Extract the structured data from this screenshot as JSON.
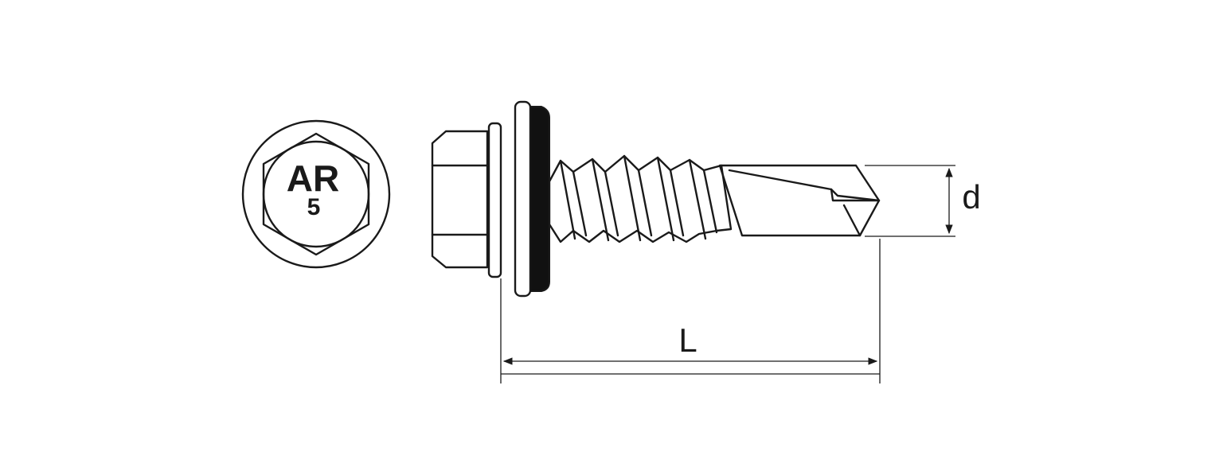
{
  "head_marking": {
    "brand": "AR",
    "size": "5"
  },
  "dimensions": {
    "diameter_label": "d",
    "length_label": "L"
  },
  "colors": {
    "line": "#1a1a1a",
    "washer_seal": "#111111",
    "background": "#ffffff"
  }
}
